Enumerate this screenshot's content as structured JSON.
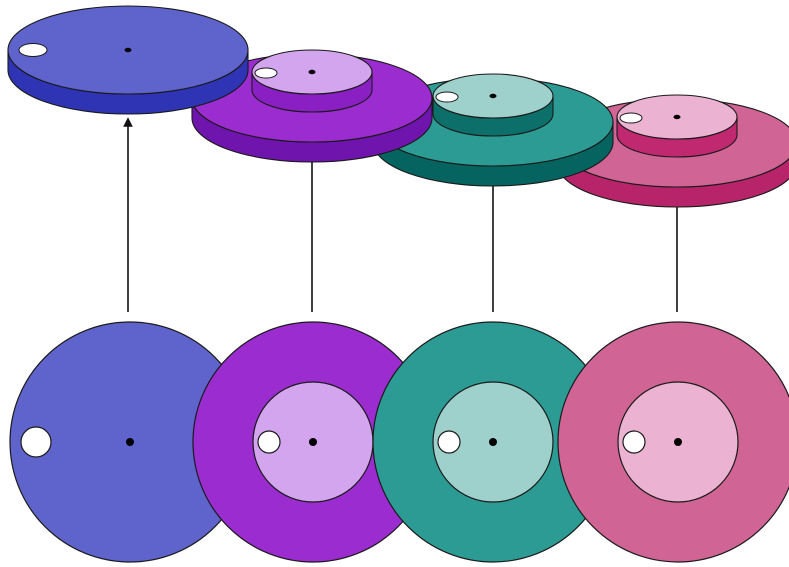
{
  "colors": {
    "background": "#ffffff",
    "outline": "#1a1a1a",
    "hole": "#ffffff",
    "arrow": "#111111"
  },
  "stages": [
    {
      "name": "disc-1",
      "outer_top": "#5f63cc",
      "outer_side": "#2f34b4",
      "has_inner": false,
      "inner_top": null,
      "inner_side": null
    },
    {
      "name": "disc-2",
      "outer_top": "#9b2ccf",
      "outer_side": "#6f14ad",
      "has_inner": true,
      "inner_top": "#d2a5ee",
      "inner_side": "#8a1fc4"
    },
    {
      "name": "disc-3",
      "outer_top": "#2b9b94",
      "outer_side": "#056460",
      "has_inner": true,
      "inner_top": "#9ed1cc",
      "inner_side": "#0c6f69"
    },
    {
      "name": "disc-4",
      "outer_top": "#d06495",
      "outer_side": "#b8246a",
      "has_inner": true,
      "inner_top": "#ecb2d2",
      "inner_side": "#c0286f"
    }
  ]
}
